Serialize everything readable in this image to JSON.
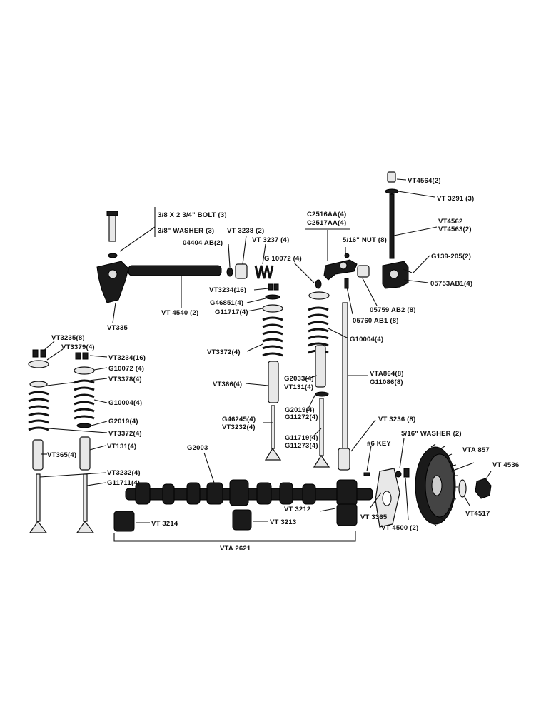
{
  "labels": {
    "vt4564": "VT4564(2)",
    "vt3291": "VT 3291 (3)",
    "vt4562": "VT4562",
    "vt4563": "VT4563(2)",
    "g139": "G139-205(2)",
    "o5753": "05753AB1(4)",
    "bolt_size": "3/8 X 2 3/4\" BOLT (3)",
    "washer_size": "3/8\" WASHER (3)",
    "c2516": "C2516AA(4)",
    "c2517": "C2517AA(4)",
    "nut": "5/16\" NUT (8)",
    "o4404": "04404 AB(2)",
    "vt3238": "VT 3238 (2)",
    "vt3237": "VT 3237 (4)",
    "g10072_top": "G 10072 (4)",
    "o5759": "05759 AB2 (8)",
    "o5760": "05760 AB1 (8)",
    "vt3234_top": "VT3234(16)",
    "g46851": "G46851(4)",
    "g11717": "G11717(4)",
    "g10004_right": "G10004(4)",
    "vt4540": "VT 4540 (2)",
    "vt335": "VT335",
    "vt3372_mid": "VT3372(4)",
    "vt3235": "VT3235(8)",
    "vt3379": "VT3379(4)",
    "vt3234_left": "VT3234(16)",
    "g10072_left": "G10072 (4)",
    "vt3378": "VT3378(4)",
    "g10004_left": "G10004(4)",
    "g2019_left": "G2019(4)",
    "vt3372_left": "VT3372(4)",
    "vt366": "VT366(4)",
    "g2033": "G2033(4)",
    "vt131_mid": "VT131(4)",
    "vta864": "VTA864(8)",
    "g11086": "G11086(8)",
    "g2019_mid": "G2019(4)",
    "g11272": "G11272(4)",
    "g46245": "G46245(4)",
    "vt3232_mid": "VT3232(4)",
    "g11719": "G11719(4)",
    "g11273": "G11273(4)",
    "vt3236": "VT 3236 (8)",
    "key": "#6 KEY",
    "washer2": "5/16\" WASHER (2)",
    "vta857": "VTA 857",
    "vt4536": "VT 4536",
    "vt365": "VT365(4)",
    "vt131_left": "VT131(4)",
    "g2003": "G2003",
    "vt3232_left": "VT3232(4)",
    "g11711": "G11711(4)",
    "vt3214": "VT 3214",
    "vt3213": "VT 3213",
    "vt3212": "VT 3212",
    "vt3365": "VT 3365",
    "vt4500": "VT 4500 (2)",
    "vt4517": "VT4517",
    "vta2621": "VTA 2621"
  }
}
